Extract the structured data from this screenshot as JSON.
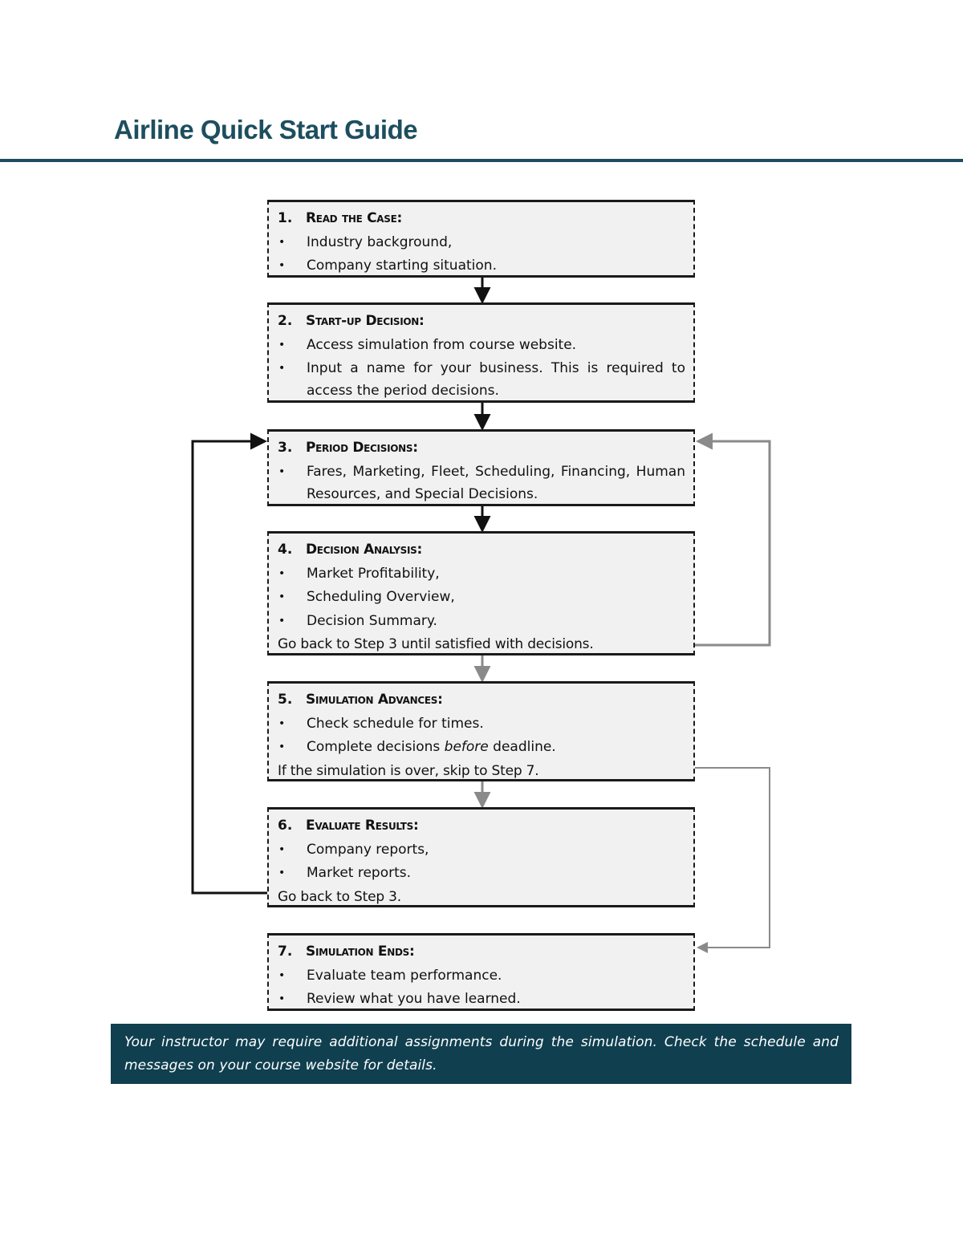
{
  "title": "Airline Quick Start Guide",
  "steps": [
    {
      "num": "1.",
      "title": "Read the Case:",
      "bullets": [
        "Industry background,",
        "Company starting situation."
      ],
      "note": ""
    },
    {
      "num": "2.",
      "title": "Start-up Decision:",
      "bullets": [
        "Access simulation from course website.",
        "Input a name for your business. This is required to access the period decisions."
      ],
      "note": ""
    },
    {
      "num": "3.",
      "title": "Period Decisions:",
      "bullets": [
        "Fares, Marketing, Fleet, Scheduling, Financing, Human Resources, and Special Decisions."
      ],
      "note": ""
    },
    {
      "num": "4.",
      "title": "Decision Analysis:",
      "bullets": [
        "Market Profitability,",
        "Scheduling Overview,",
        "Decision Summary."
      ],
      "note": "Go back to Step 3 until satisfied with decisions."
    },
    {
      "num": "5.",
      "title": "Simulation Advances:",
      "bullets": [
        "Check schedule for times.",
        "Complete decisions before deadline."
      ],
      "note": "If the simulation is over, skip to Step 7."
    },
    {
      "num": "6.",
      "title": "Evaluate Results:",
      "bullets": [
        "Company reports,",
        "Market reports."
      ],
      "note": "Go back to Step 3."
    },
    {
      "num": "7.",
      "title": "Simulation Ends:",
      "bullets": [
        "Evaluate team performance.",
        "Review what you have learned."
      ],
      "note": ""
    }
  ],
  "emphasis": {
    "before_deadline": [
      "Complete decisions ",
      "before",
      " deadline."
    ]
  },
  "bullet_symbol": "•",
  "banner": "Your instructor may require additional assignments during the simulation. Check the schedule and messages on your course website for details.",
  "colors": {
    "title": "#1d4e5f",
    "banner_bg": "#103f4f",
    "box_bg": "#f1f1f1",
    "arrow_dark": "#111111",
    "arrow_gray": "#8a8a8a"
  }
}
